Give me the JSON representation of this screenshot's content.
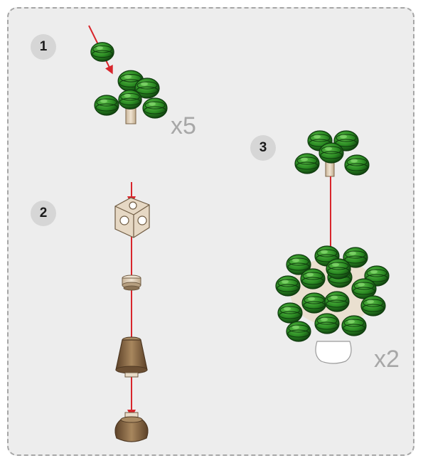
{
  "steps": [
    {
      "number": "1",
      "multiplier": "x5"
    },
    {
      "number": "2"
    },
    {
      "number": "3",
      "multiplier": "x2"
    }
  ],
  "colors": {
    "panel_background": "#ededed",
    "panel_border": "#a6a6a6",
    "badge": "#d6d6d6",
    "arrow": "#d8262c",
    "leaf_green": "#2a8a22",
    "leaf_dark": "#0e3a0d",
    "wood": "#8a6a45",
    "multiplier_text": "#a7a7a7"
  },
  "icons": [
    "leaf-cluster-icon",
    "connector-cube-icon",
    "wooden-spacer-icon",
    "wooden-trunk-icon",
    "wooden-base-icon",
    "assembly-arrow-icon"
  ]
}
